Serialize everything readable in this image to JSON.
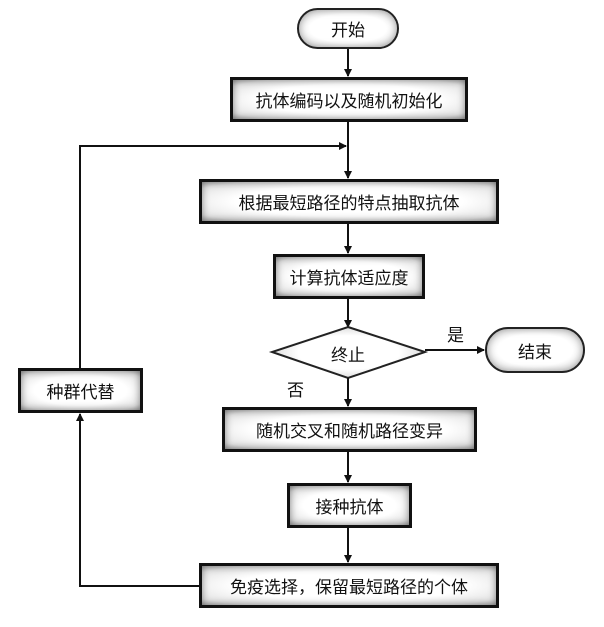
{
  "diagram": {
    "type": "flowchart",
    "nodes": {
      "start": "开始",
      "init": "抗体编码以及随机初始化",
      "extract": "根据最短路径的特点抽取抗体",
      "fitness": "计算抗体适应度",
      "terminate": "终止",
      "end": "结束",
      "crossover": "随机交叉和随机路径变异",
      "vaccinate": "接种抗体",
      "select": "免疫选择，保留最短路径的个体",
      "replace": "种群代替"
    },
    "edge_labels": {
      "yes": "是",
      "no": "否"
    },
    "edges": [
      {
        "from": "start",
        "to": "init"
      },
      {
        "from": "init",
        "to": "extract"
      },
      {
        "from": "extract",
        "to": "fitness"
      },
      {
        "from": "fitness",
        "to": "terminate"
      },
      {
        "from": "terminate",
        "to": "end",
        "label": "是"
      },
      {
        "from": "terminate",
        "to": "crossover",
        "label": "否"
      },
      {
        "from": "crossover",
        "to": "vaccinate"
      },
      {
        "from": "vaccinate",
        "to": "select"
      },
      {
        "from": "select",
        "to": "replace"
      },
      {
        "from": "replace",
        "to": "extract"
      }
    ]
  }
}
